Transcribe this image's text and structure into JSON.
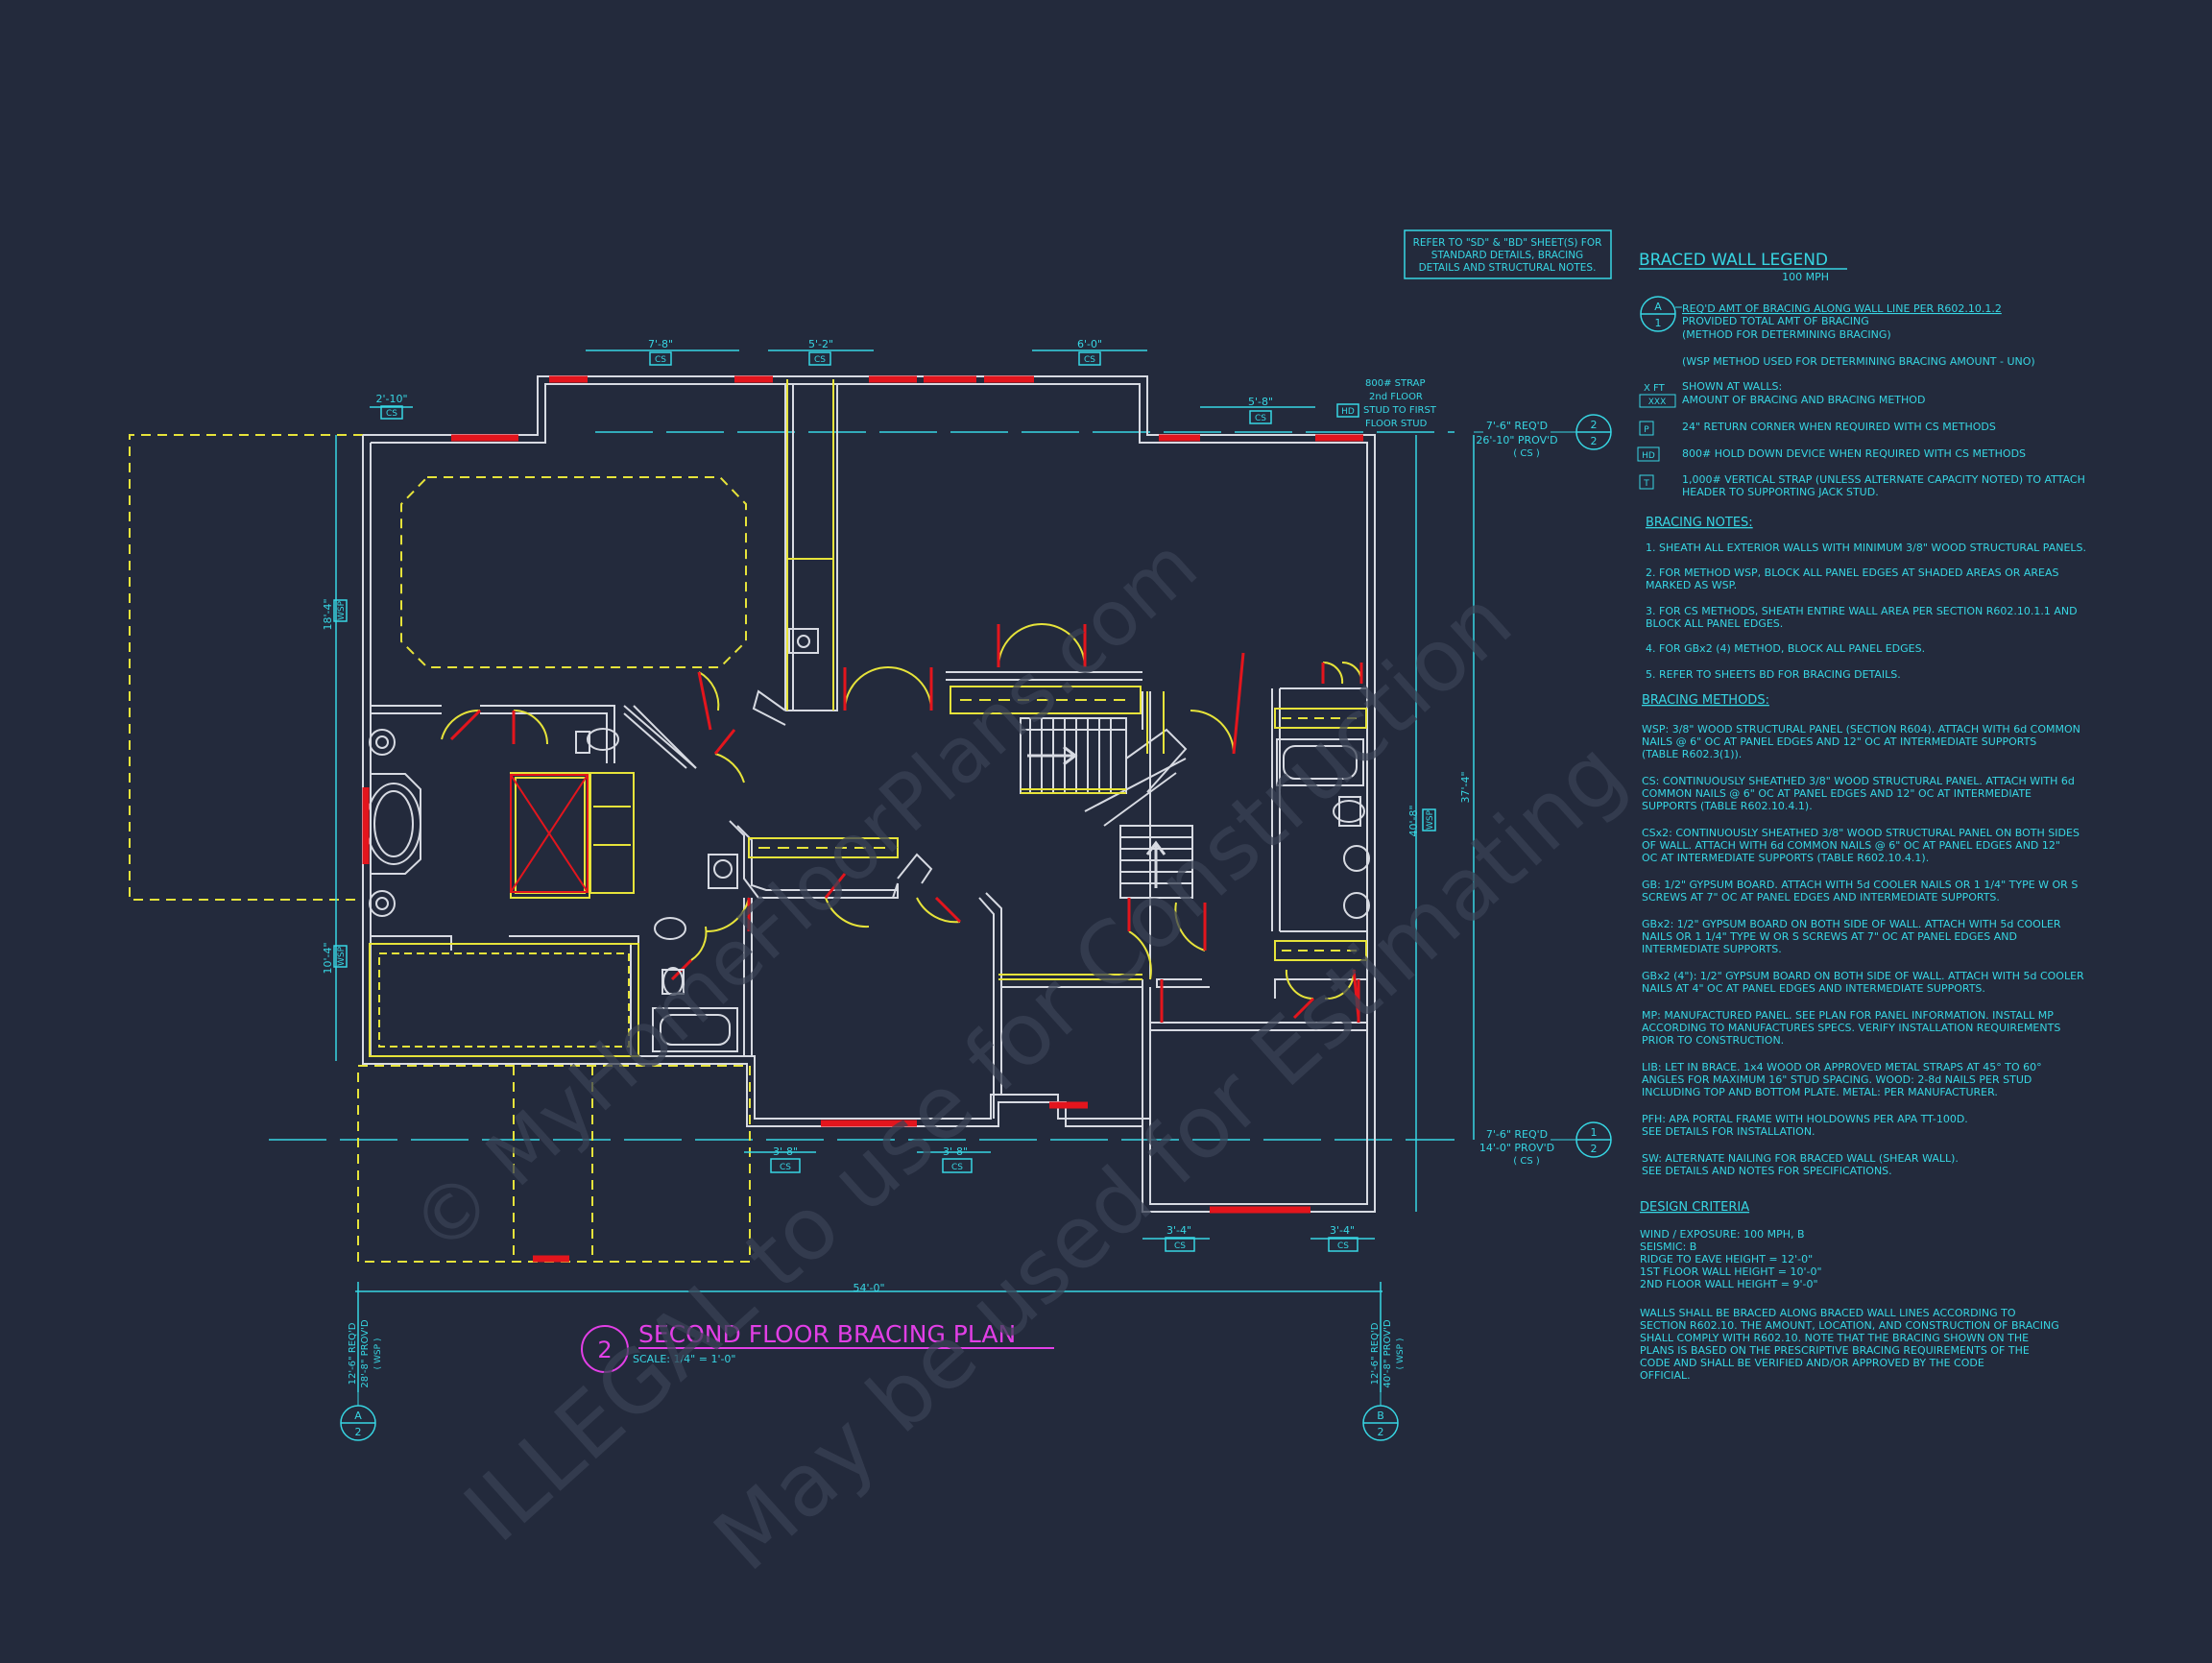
{
  "title": {
    "number": "2",
    "text": "SECOND FLOOR BRACING PLAN",
    "scale": "SCALE: 1/4\" = 1'-0\""
  },
  "watermark": {
    "line1": "© MyHomeFloorPlans.com",
    "line2": "ILLEGAL to use for Construction",
    "line3": "May be used for Estimating"
  },
  "plan": {
    "overall_dim": "54'-0\"",
    "dims_top": [
      "7'-8\"",
      "5'-2\"",
      "6'-0\""
    ],
    "dims_top_left": "2'-10\"",
    "dims_right_top": "5'-8\"",
    "dims_bottom": [
      "3'-8\"",
      "3'-8\"",
      "3'-4\"",
      "3'-4\""
    ],
    "method_cs": "CS",
    "method_wsp": "WSP",
    "method_hd": "HD",
    "left_dims": [
      "18'-4\"",
      "10'-4\""
    ],
    "right_dims": [
      "40'-8\"",
      "37'-4\""
    ],
    "strap_note": [
      "800# STRAP",
      "2nd FLOOR",
      "STUD TO FIRST",
      "FLOOR STUD"
    ],
    "wall_line_1_top": "7'-6\" REQ'D",
    "wall_line_1_bottom": "26'-10\" PROV'D",
    "wall_line_1_method": "( CS )",
    "wall_line_2_top": "7'-6\" REQ'D",
    "wall_line_2_bottom": "14'-0\" PROV'D",
    "wall_line_2_method": "( CS )",
    "wall_line_a": [
      "12'-6\" REQ'D",
      "28'-8\" PROV'D",
      "( WSP )"
    ],
    "wall_line_b": [
      "12'-6\" REQ'D",
      "40'-8\" PROV'D",
      "( WSP )"
    ],
    "bubble_labels": {
      "one": "1",
      "two": "2",
      "a": "A",
      "b": "B",
      "sheet": "2"
    }
  },
  "refer_note": [
    "REFER TO \"SD\" & \"BD\" SHEET(S) FOR",
    "STANDARD DETAILS, BRACING",
    "DETAILS AND STRUCTURAL NOTES."
  ],
  "legend": {
    "heading": "BRACED WALL LEGEND",
    "sub": "100 MPH",
    "symbol_top": "A",
    "symbol_bottom": "1",
    "req_line": "REQ'D AMT OF BRACING ALONG WALL LINE PER R602.10.1.2",
    "prov_line": "PROVIDED TOTAL AMT OF BRACING",
    "method_line": "(METHOD FOR DETERMINING BRACING)",
    "wsp_note": "(WSP METHOD USED FOR DETERMINING BRACING AMOUNT - UNO)",
    "sym_ft": "X FT",
    "sym_xxx": "XXX",
    "shown_at_walls": "SHOWN AT WALLS:",
    "amount_line": "AMOUNT OF BRACING AND BRACING METHOD",
    "sym_p": "P",
    "p_desc": "24\" RETURN CORNER WHEN REQUIRED WITH CS METHODS",
    "sym_hd": "HD",
    "hd_desc": "800# HOLD DOWN DEVICE WHEN REQUIRED WITH CS METHODS",
    "sym_t": "T",
    "t_desc1": "1,000# VERTICAL STRAP (UNLESS ALTERNATE CAPACITY NOTED) TO ATTACH",
    "t_desc2": "HEADER TO SUPPORTING JACK STUD."
  },
  "bracing_notes": {
    "heading": "BRACING NOTES:",
    "lines": [
      "1. SHEATH ALL EXTERIOR WALLS WITH MINIMUM 3/8\" WOOD STRUCTURAL PANELS.",
      "2. FOR METHOD WSP, BLOCK ALL PANEL EDGES AT SHADED AREAS OR AREAS",
      "MARKED AS WSP.",
      "3. FOR CS METHODS, SHEATH ENTIRE WALL AREA PER SECTION R602.10.1.1 AND",
      "BLOCK ALL PANEL EDGES.",
      "4. FOR GBx2 (4) METHOD, BLOCK ALL PANEL EDGES.",
      "5. REFER TO SHEETS BD FOR BRACING DETAILS."
    ]
  },
  "bracing_methods": {
    "heading": "BRACING METHODS:",
    "lines": [
      "WSP: 3/8\" WOOD STRUCTURAL PANEL (SECTION R604). ATTACH WITH 6d COMMON",
      "NAILS @ 6\" OC AT PANEL EDGES AND 12\" OC AT INTERMEDIATE SUPPORTS",
      "(TABLE R602.3(1)).",
      "CS: CONTINUOUSLY SHEATHED 3/8\" WOOD STRUCTURAL PANEL. ATTACH WITH 6d",
      "COMMON NAILS @ 6\" OC AT PANEL EDGES AND 12\" OC AT INTERMEDIATE",
      "SUPPORTS (TABLE R602.10.4.1).",
      "CSx2: CONTINUOUSLY SHEATHED 3/8\" WOOD STRUCTURAL PANEL ON BOTH SIDES",
      "OF WALL. ATTACH WITH 6d COMMON NAILS @ 6\" OC AT PANEL EDGES AND 12\"",
      "OC AT INTERMEDIATE SUPPORTS (TABLE R602.10.4.1).",
      "GB: 1/2\" GYPSUM BOARD. ATTACH WITH 5d COOLER NAILS OR 1 1/4\" TYPE W OR S",
      "SCREWS AT 7\" OC AT PANEL EDGES AND INTERMEDIATE SUPPORTS.",
      "GBx2: 1/2\" GYPSUM BOARD ON BOTH SIDE OF WALL. ATTACH WITH 5d COOLER",
      "NAILS OR 1 1/4\" TYPE W OR S SCREWS AT 7\" OC AT PANEL EDGES AND",
      "INTERMEDIATE SUPPORTS.",
      "GBx2 (4\"): 1/2\" GYPSUM BOARD ON BOTH SIDE OF WALL. ATTACH WITH 5d COOLER",
      "NAILS AT 4\" OC AT PANEL EDGES AND INTERMEDIATE SUPPORTS.",
      "MP: MANUFACTURED PANEL. SEE PLAN FOR PANEL INFORMATION. INSTALL MP",
      "ACCORDING TO MANUFACTURES SPECS. VERIFY INSTALLATION REQUIREMENTS",
      "PRIOR TO CONSTRUCTION.",
      "LIB: LET IN BRACE. 1x4 WOOD OR APPROVED METAL STRAPS AT 45° TO 60°",
      "ANGLES FOR MAXIMUM 16\" STUD SPACING. WOOD: 2-8d NAILS PER STUD",
      "INCLUDING TOP AND BOTTOM PLATE. METAL: PER MANUFACTURER.",
      "PFH: APA PORTAL FRAME WITH HOLDOWNS PER APA TT-100D.",
      "SEE DETAILS FOR INSTALLATION.",
      "SW: ALTERNATE NAILING FOR BRACED WALL (SHEAR WALL).",
      "SEE DETAILS AND NOTES FOR SPECIFICATIONS."
    ]
  },
  "design_criteria": {
    "heading": "DESIGN CRITERIA",
    "lines": [
      "WIND / EXPOSURE:  100 MPH, B",
      "SEISMIC:  B",
      "RIDGE TO EAVE HEIGHT = 12'-0\"",
      "1ST FLOOR WALL HEIGHT = 10'-0\"",
      "2ND FLOOR WALL HEIGHT = 9'-0\""
    ],
    "paragraph": [
      "WALLS SHALL BE BRACED ALONG BRACED WALL LINES ACCORDING TO",
      "SECTION R602.10. THE AMOUNT, LOCATION, AND CONSTRUCTION OF BRACING",
      "SHALL COMPLY WITH R602.10. NOTE THAT THE BRACING SHOWN ON THE",
      "PLANS IS BASED ON THE PRESCRIPTIVE BRACING REQUIREMENTS OF THE",
      "CODE AND SHALL BE VERIFIED AND/OR APPROVED BY THE CODE",
      "OFFICIAL."
    ]
  },
  "colors": {
    "background": "#232a3c",
    "walls": "#d7dae2",
    "dimension": "#37d6e3",
    "braced_wall": "#e3151d",
    "yellow": "#e6e33a",
    "title": "#e23fe6"
  }
}
